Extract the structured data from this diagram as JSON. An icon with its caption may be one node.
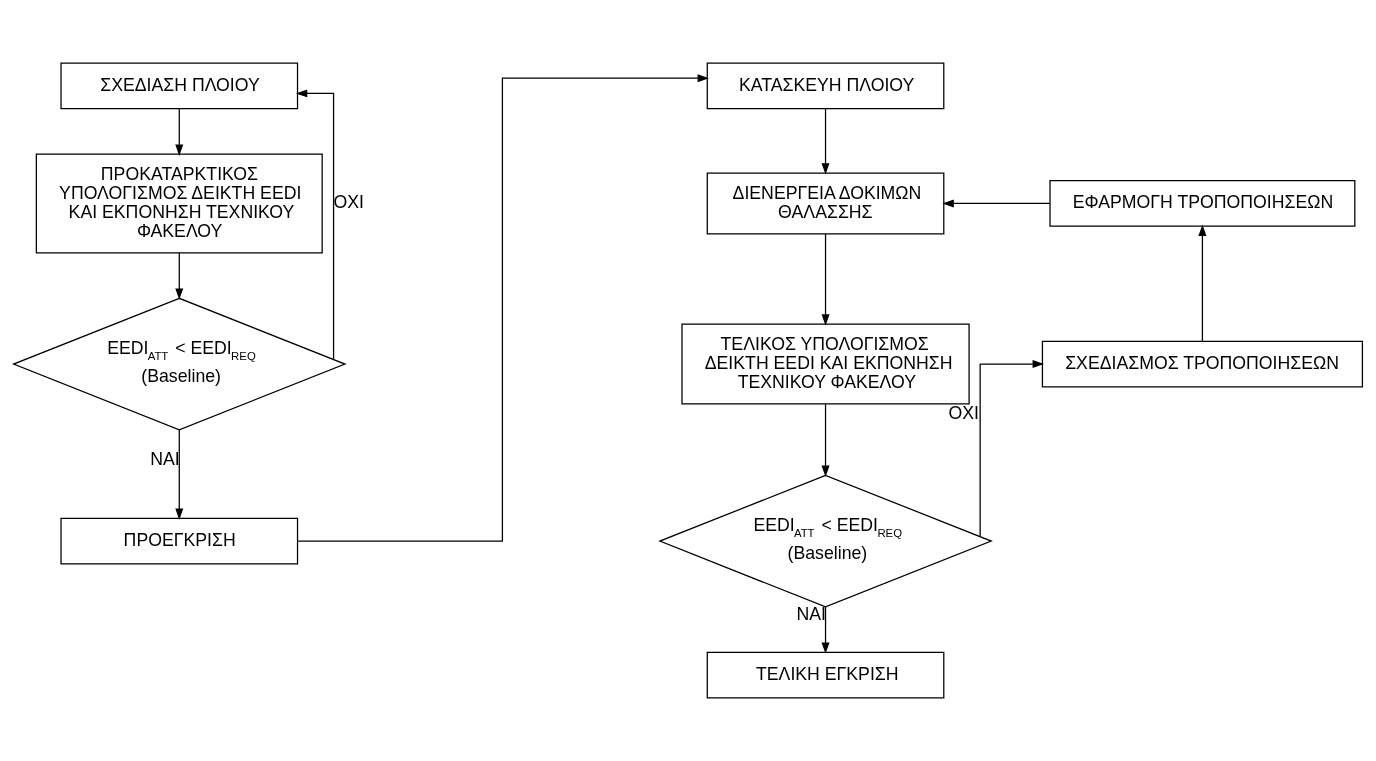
{
  "diagram": {
    "nodes": [
      {
        "text": [
          "ΣΧΕΔΙΑΣΗ ΠΛΟΙΟΥ"
        ]
      },
      {
        "text": [
          "ΠΡΟΚΑΤΑΡΚΤΙΚΟΣ ΥΠΟΛΟΓΙΣΜΟΣ ΔΕΙΚΤΗ EEDI ΚΑΙ ΕΚΠΟΝΗΣΗ ΤΕΧΝΙΚΟΥ ΦΑΚΕΛΟΥ"
        ]
      },
      {
        "text": [
          "EEDI$_{ATT}$ < EEDI$_{REQ}$",
          "(Baseline)"
        ]
      },
      {
        "text": [
          "ΠΡΟΕΓΚΡΙΣΗ"
        ]
      },
      {
        "text": [
          "ΚΑΤΑΣΚΕΥΗ ΠΛΟΙΟΥ"
        ]
      },
      {
        "text": [
          "ΔΙΕΝΕΡΓΕΙΑ ΔΟΚΙΜΩΝ ΘΑΛΑΣΣΗΣ"
        ]
      },
      {
        "text": [
          "ΕΦΑΡΜΟΓΗ ΤΡΟΠΟΠΟΙΗΣΕΩΝ"
        ]
      },
      {
        "text": [
          "ΤΕΛΙΚΟΣ ΥΠΟΛΟΓΙΣΜΟΣ ΔΕΙΚΤΗ EEDI ΚΑΙ ΕΚΠΟΝΗΣΗ ΤΕΧΝΙΚΟΥ ΦΑΚΕΛΟΥ"
        ]
      },
      {
        "text": [
          "ΣΧΕΔΙΑΣΜΟΣ ΤΡΟΠΟΠΟΙΗΣΕΩΝ"
        ]
      },
      {
        "text": [
          "EEDI$_{ATT}$ < EEDI$_{REQ}$",
          "(Baseline)"
        ]
      },
      {
        "text": [
          "ΤΕΛΙΚΗ ΕΓΚΡΙΣΗ"
        ]
      }
    ],
    "edges": [
      {
        "from": 0,
        "to": 1,
        "arrow": "to"
      },
      {
        "from": 1,
        "to": 2,
        "arrow": "to"
      },
      {
        "from": 2,
        "to": 0,
        "arrow": "to",
        "label": "ΟΧΙ"
      },
      {
        "from": 2,
        "to": 3,
        "arrow": "to",
        "label": "ΝΑΙ"
      },
      {
        "from": 3,
        "to": 4,
        "arrow": "to"
      },
      {
        "from": 4,
        "to": 5,
        "arrow": "to"
      },
      {
        "from": 5,
        "to": 7,
        "arrow": "to"
      },
      {
        "from": 7,
        "to": 9,
        "arrow": "to"
      },
      {
        "from": 9,
        "to": 8,
        "arrow": "to",
        "label": "ΟΧΙ"
      },
      {
        "from": 8,
        "to": 6,
        "arrow": "to"
      },
      {
        "from": 6,
        "to": 5,
        "arrow": "to"
      },
      {
        "from": 9,
        "to": 10,
        "arrow": "to",
        "label": "ΝΑΙ"
      }
    ]
  }
}
